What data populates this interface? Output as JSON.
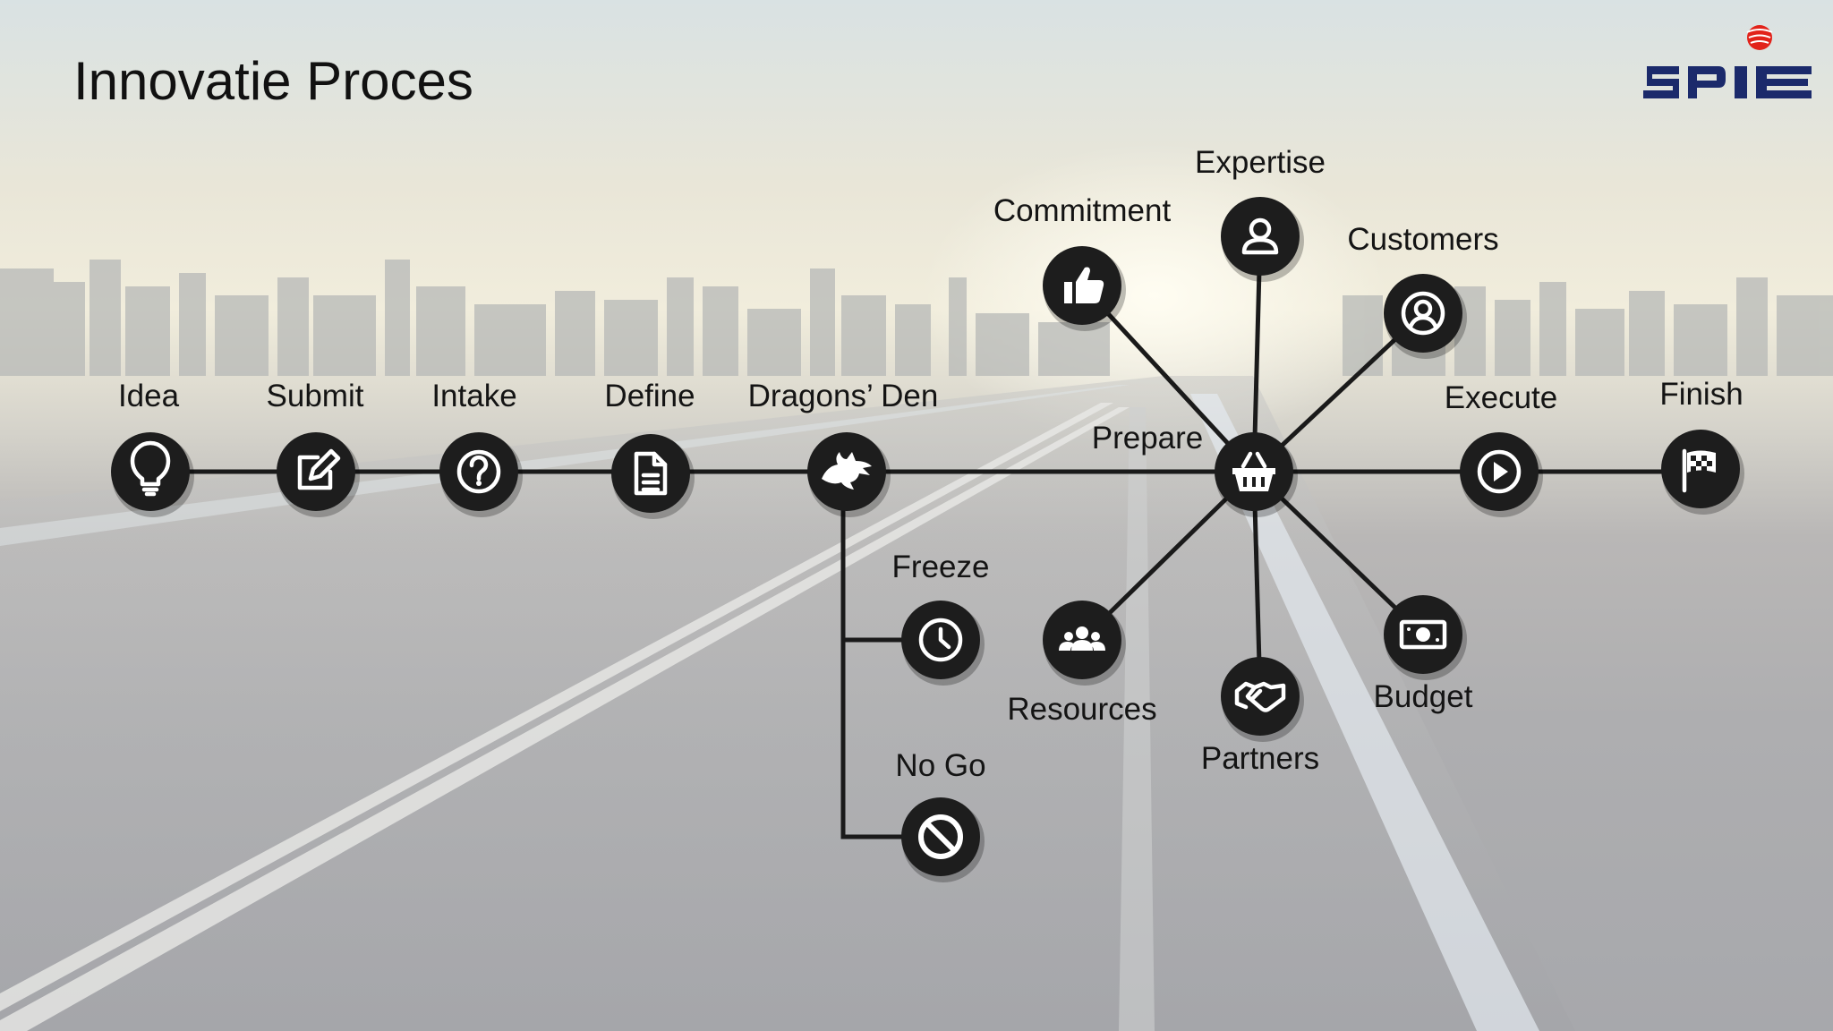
{
  "title": "Innovatie Proces",
  "logo": {
    "text": "SPIE",
    "color": "#1b2a6b",
    "dot_color": "#e2231a"
  },
  "colors": {
    "node": "#1d1d1d",
    "line": "#1a1a1a",
    "icon": "#ffffff"
  },
  "nodes": [
    {
      "id": "idea",
      "label": "Idea",
      "icon": "lightbulb-icon"
    },
    {
      "id": "submit",
      "label": "Submit",
      "icon": "edit-icon"
    },
    {
      "id": "intake",
      "label": "Intake",
      "icon": "question-icon"
    },
    {
      "id": "define",
      "label": "Define",
      "icon": "document-icon"
    },
    {
      "id": "dragons",
      "label": "Dragons’ Den",
      "icon": "dragon-icon"
    },
    {
      "id": "freeze",
      "label": "Freeze",
      "icon": "clock-icon"
    },
    {
      "id": "nogo",
      "label": "No Go",
      "icon": "prohibited-icon"
    },
    {
      "id": "prepare",
      "label": "Prepare",
      "icon": "basket-icon"
    },
    {
      "id": "commitment",
      "label": "Commitment",
      "icon": "thumbs-up-icon"
    },
    {
      "id": "expertise",
      "label": "Expertise",
      "icon": "user-icon"
    },
    {
      "id": "customers",
      "label": "Customers",
      "icon": "user-circle-icon"
    },
    {
      "id": "resources",
      "label": "Resources",
      "icon": "group-icon"
    },
    {
      "id": "partners",
      "label": "Partners",
      "icon": "handshake-icon"
    },
    {
      "id": "budget",
      "label": "Budget",
      "icon": "money-icon"
    },
    {
      "id": "execute",
      "label": "Execute",
      "icon": "play-icon"
    },
    {
      "id": "finish",
      "label": "Finish",
      "icon": "checkered-flag-icon"
    }
  ]
}
